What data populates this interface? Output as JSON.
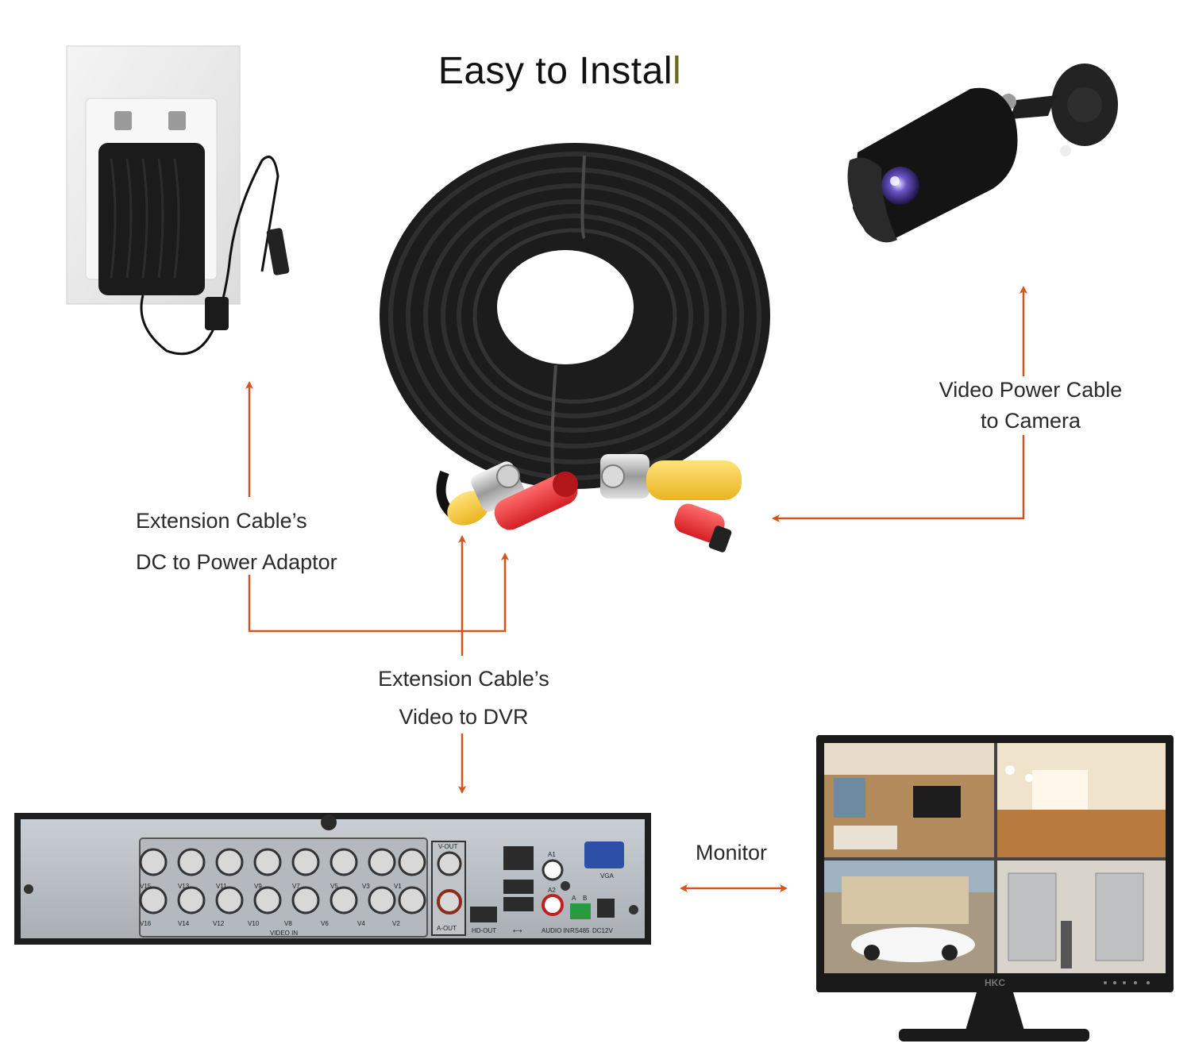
{
  "title": {
    "main": "Easy to Instal",
    "last_letter": "l"
  },
  "labels": {
    "camera_line1": "Video Power Cable",
    "camera_line2": "to Camera",
    "adaptor_line1": "Extension Cable’s",
    "adaptor_line2": "DC to Power Adaptor",
    "dvr_line1": "Extension Cable’s",
    "dvr_line2": "Video to DVR",
    "monitor": "Monitor"
  },
  "dvr_panel": {
    "video_in": "VIDEO IN",
    "v_out": "V-OUT",
    "a_out": "A-OUT",
    "hd_out": "HD-OUT",
    "usb": "⟷",
    "audio_in": "AUDIO IN",
    "rs485": "RS485",
    "dc12v": "DC12V",
    "vga": "VGA",
    "a1": "A1",
    "a2": "A2",
    "a": "A",
    "b": "B",
    "ch_top": [
      "V15",
      "V13",
      "V11",
      "V9",
      "V7",
      "V5",
      "V3",
      "V1"
    ],
    "ch_bottom": [
      "V16",
      "V14",
      "V12",
      "V10",
      "V8",
      "V6",
      "V4",
      "V2"
    ]
  },
  "monitor_brand": "HKC",
  "colors": {
    "arrow": "#d2541e",
    "text": "#2a2a2a"
  }
}
